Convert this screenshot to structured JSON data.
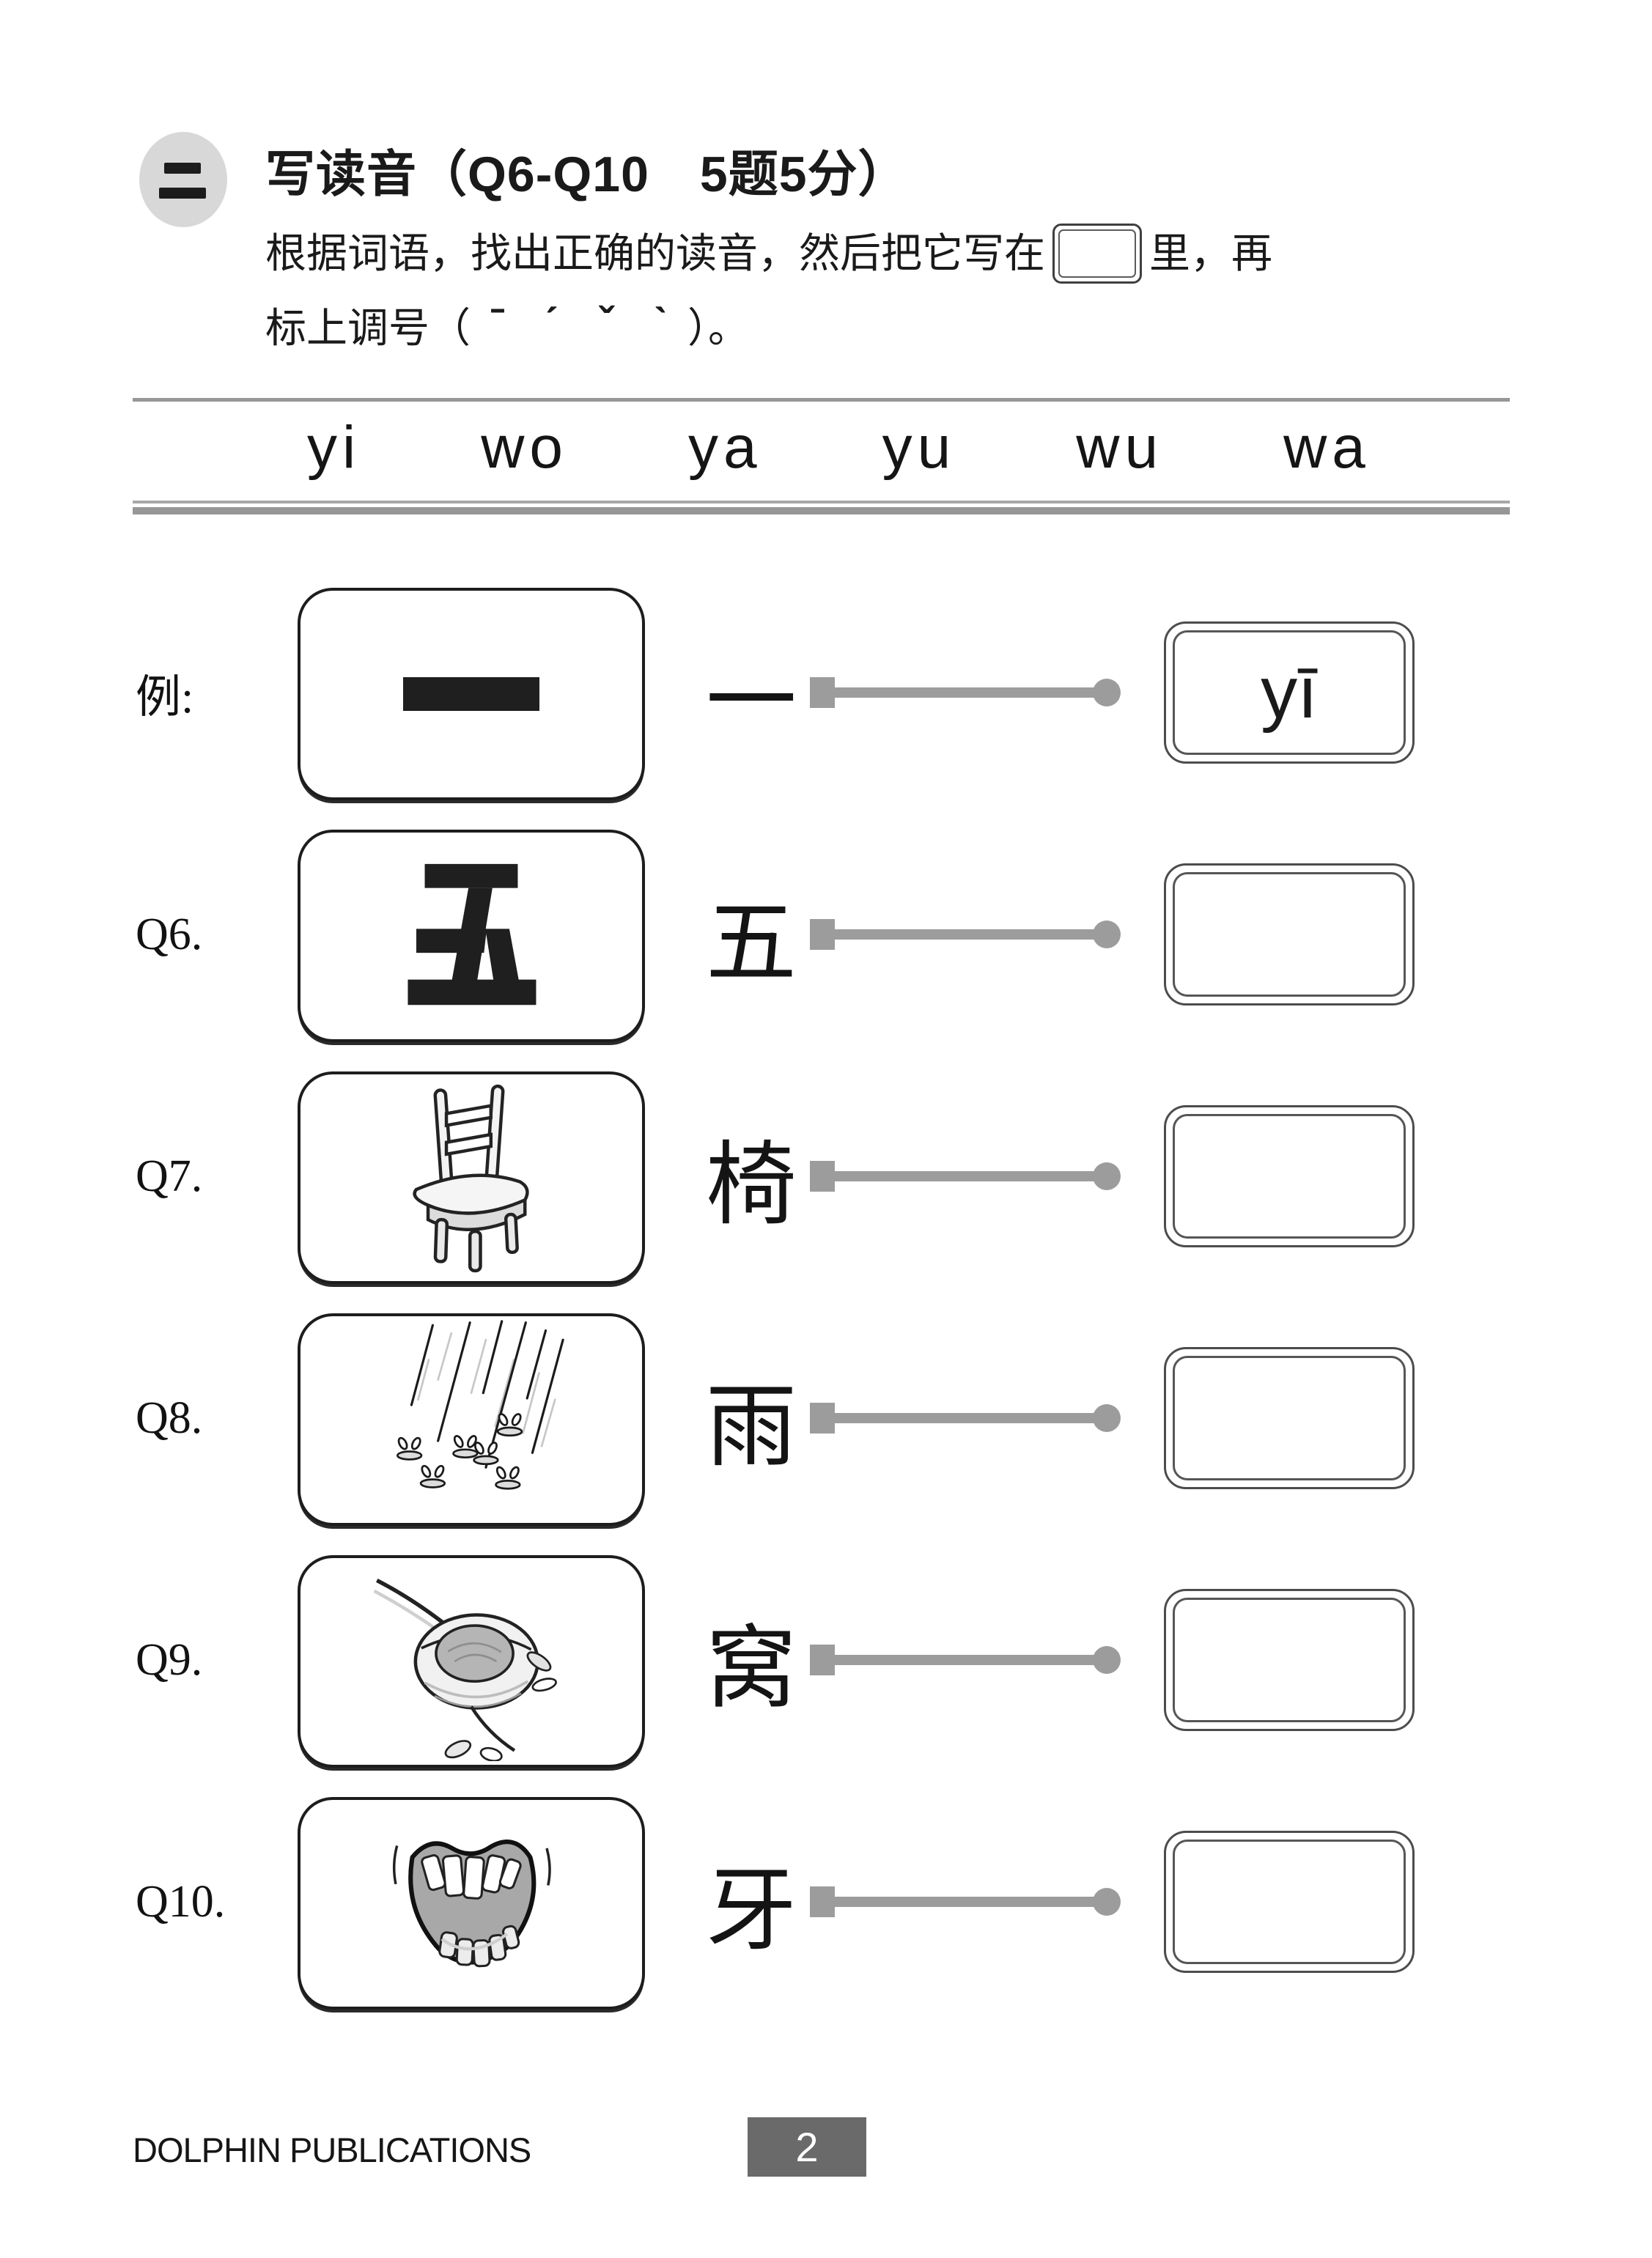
{
  "colors": {
    "rule_gray": "#979797",
    "connector_gray": "#9c9c9c",
    "section_badge_bg": "#d8d8d8",
    "page_badge_bg": "#6a6a6a"
  },
  "header": {
    "badge": "二",
    "title": "写读音（Q6-Q10　5题5分）"
  },
  "instructions": {
    "line1_pre": "根据词语，找出正确的读音，然后把它写在",
    "line1_post": "里，再",
    "line2_pre": "标上调号（",
    "tone_marks": [
      "ˉ",
      "ˊ",
      "ˇ",
      "ˋ"
    ],
    "line2_post": "）。"
  },
  "word_bank": {
    "items": [
      "yi",
      "wo",
      "ya",
      "yu",
      "wu",
      "wa"
    ]
  },
  "rows": [
    {
      "label": "例:",
      "box_glyph": "一",
      "word": "一",
      "answer": "yī"
    },
    {
      "label": "Q6.",
      "box_glyph": "五",
      "word": "五",
      "answer": ""
    },
    {
      "label": "Q7.",
      "box_image": "chair",
      "word": "椅",
      "answer": ""
    },
    {
      "label": "Q8.",
      "box_image": "rain",
      "word": "雨",
      "answer": ""
    },
    {
      "label": "Q9.",
      "box_image": "bird-nest",
      "word": "窝",
      "answer": ""
    },
    {
      "label": "Q10.",
      "box_image": "open-mouth",
      "word": "牙",
      "answer": ""
    }
  ],
  "footer": {
    "publisher": "DOLPHIN PUBLICATIONS",
    "page_number": "2"
  }
}
